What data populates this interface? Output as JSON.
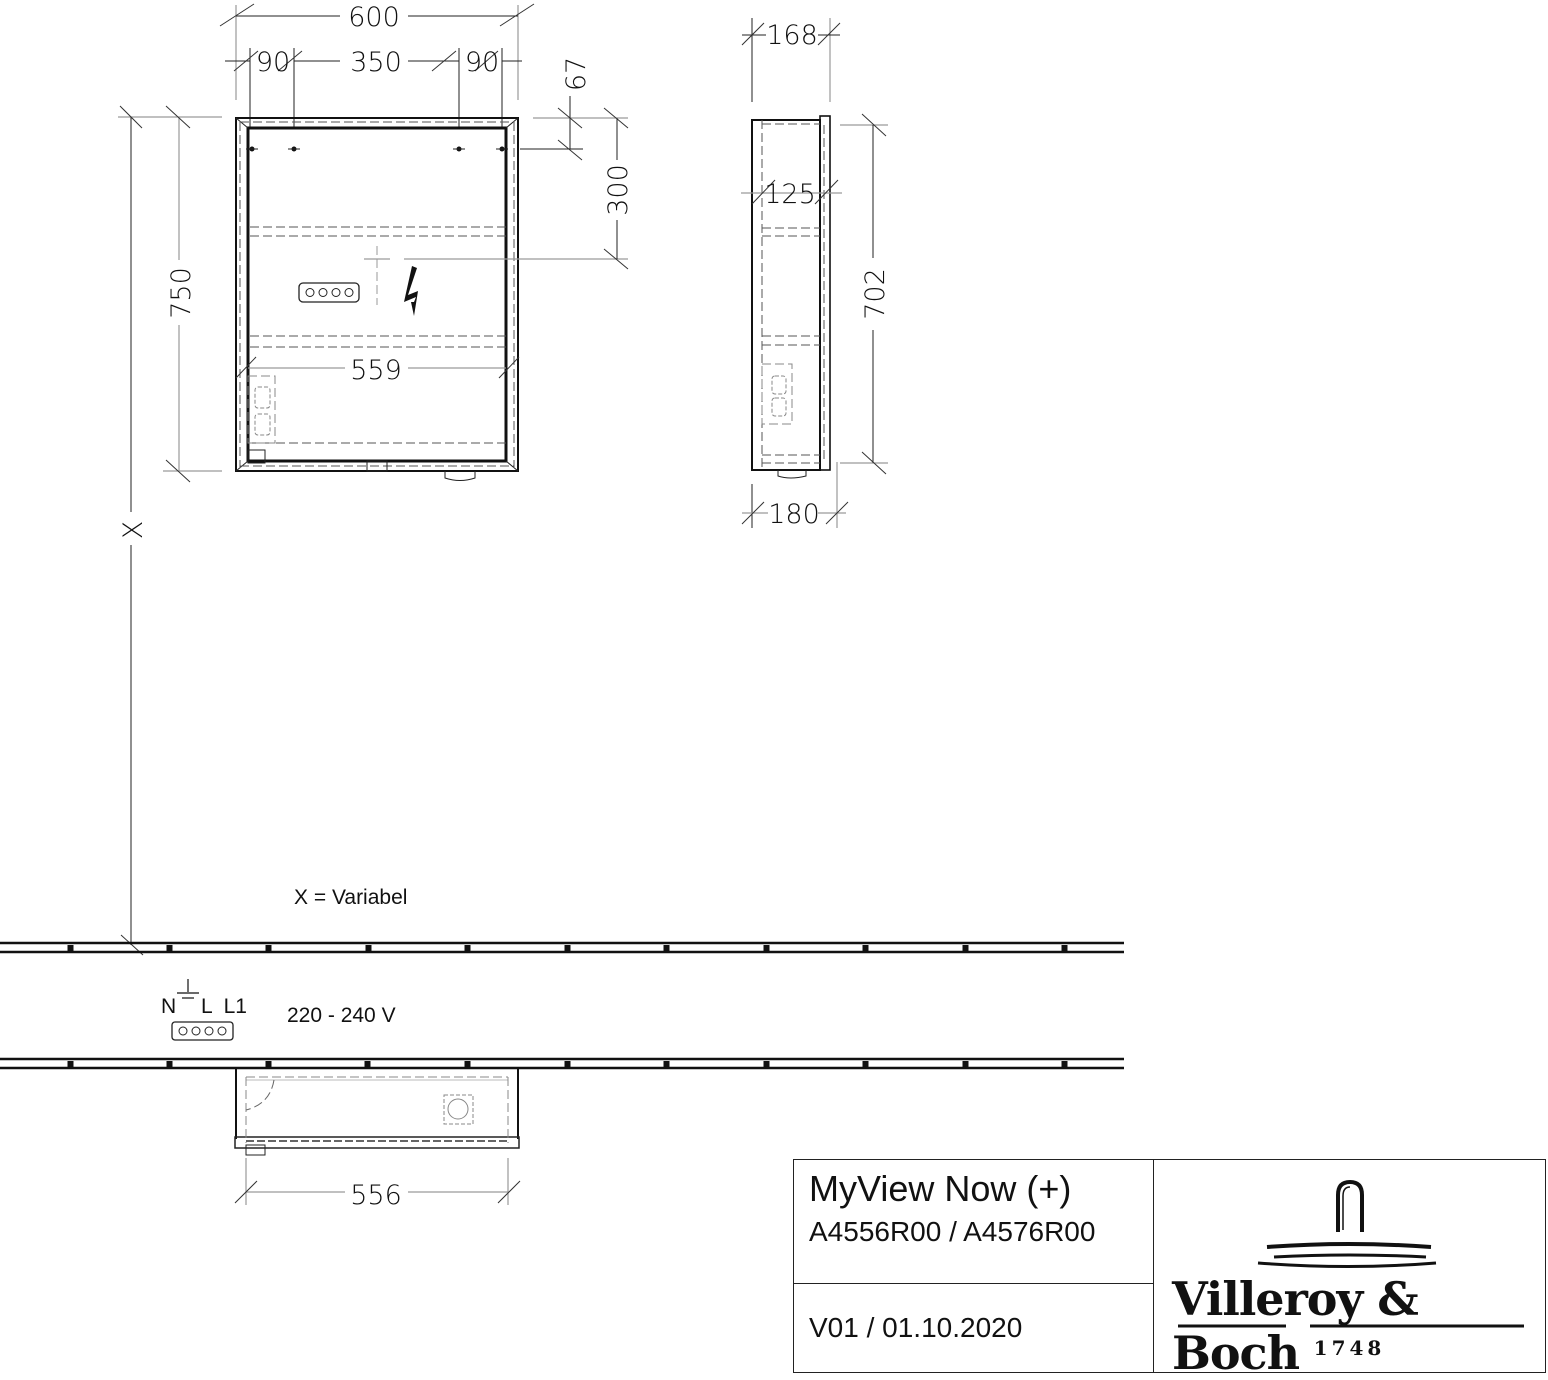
{
  "drawing": {
    "front_view": {
      "dimensions": {
        "overall_width": "600",
        "left_offset": "90",
        "center_span": "350",
        "right_offset": "90",
        "top_offset": "67",
        "socket_height": "300",
        "overall_height": "750",
        "inner_width": "559"
      }
    },
    "side_view": {
      "dimensions": {
        "depth_top": "168",
        "inner_depth": "125",
        "inner_height": "702",
        "depth_bottom": "180"
      }
    },
    "mount_height_label": "X",
    "variable_note": "X = Variabel",
    "electrical": {
      "terminal_labels": "N",
      "terminal_labels_l": "L  L1",
      "voltage": "220 - 240 V"
    },
    "top_view": {
      "dimensions": {
        "inner_width": "556"
      }
    }
  },
  "title_block": {
    "product_name": "MyView Now (+)",
    "article_codes": "A4556R00 / A4576R00",
    "version": "V01 / 01.10.2020",
    "brand": "Villeroy & Boch",
    "brand_year": "1748"
  },
  "colors": {
    "line": "#222222",
    "extension_line": "#9a9a9a",
    "background": "#ffffff"
  }
}
